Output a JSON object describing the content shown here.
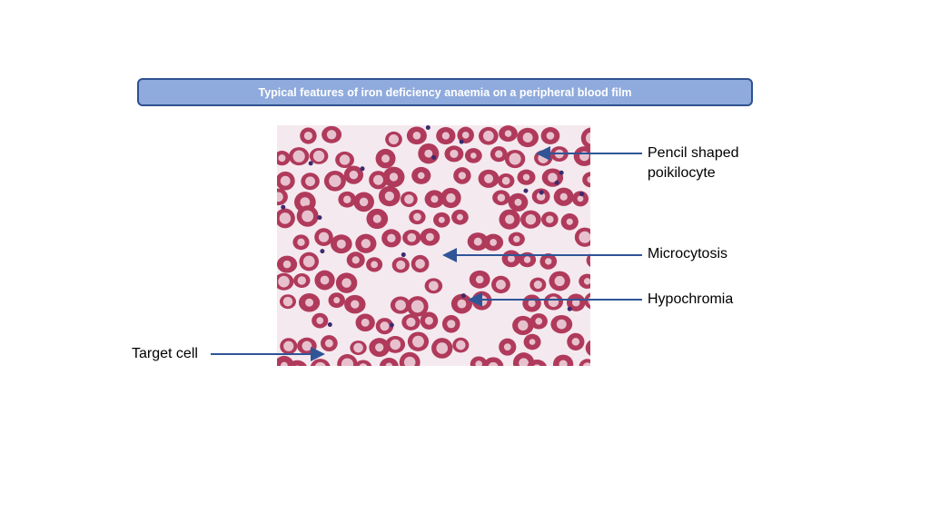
{
  "title": "Typical features of iron deficiency anaemia on a peripheral blood film",
  "labels": {
    "pencil_line1": "Pencil shaped",
    "pencil_line2": "poikilocyte",
    "microcytosis": "Microcytosis",
    "hypochromia": "Hypochromia",
    "target_cell": "Target cell"
  },
  "colors": {
    "title_fill": "#8faadc",
    "title_border": "#2f528f",
    "arrow": "#2f5597",
    "cell": "#b03a5b",
    "cell_center": "#f1dbe3"
  }
}
